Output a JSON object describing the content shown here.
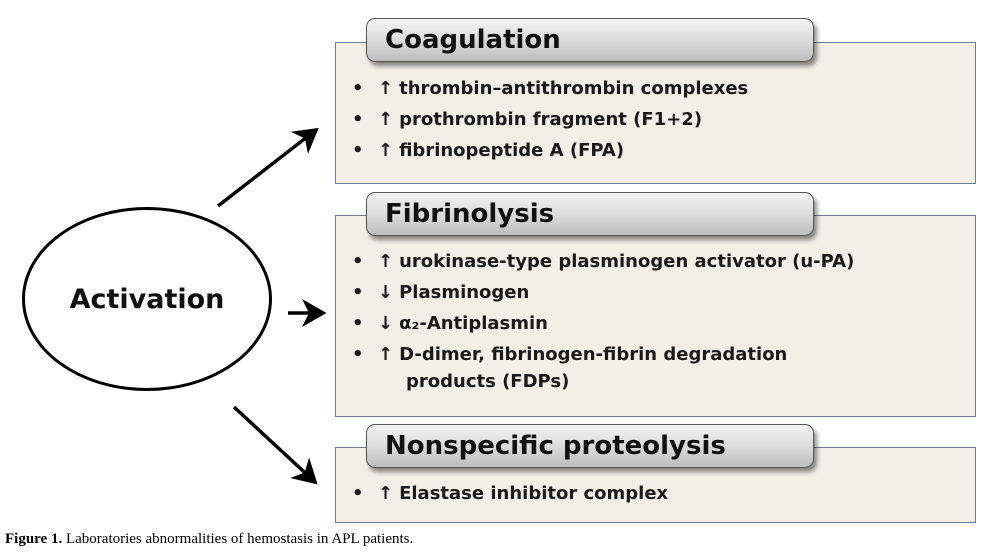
{
  "center": {
    "label": "Activation"
  },
  "arrow_icon_name": "arrow-icon",
  "panels": [
    {
      "title": "Coagulation",
      "items": [
        {
          "dir": "↑",
          "text": "thrombin–antithrombin complexes"
        },
        {
          "dir": "↑",
          "text": "prothrombin fragment (F1+2)"
        },
        {
          "dir": "↑",
          "text": "fibrinopeptide A (FPA)"
        }
      ]
    },
    {
      "title": "Fibrinolysis",
      "items": [
        {
          "dir": "↑",
          "text": "urokinase-type plasminogen activator (u-PA)"
        },
        {
          "dir": "↓",
          "text": "Plasminogen"
        },
        {
          "dir": "↓",
          "text": "α₂-Antiplasmin"
        },
        {
          "dir": "↑",
          "text": "D-dimer, fibrinogen-fibrin degradation",
          "continuation": "products (FDPs)"
        }
      ]
    },
    {
      "title": "Nonspecific proteolysis",
      "items": [
        {
          "dir": "↑",
          "text": "Elastase inhibitor complex"
        }
      ]
    }
  ],
  "caption": {
    "label": "Figure 1.",
    "text": "Laboratories abnormalities of hemostasis in APL patients."
  }
}
